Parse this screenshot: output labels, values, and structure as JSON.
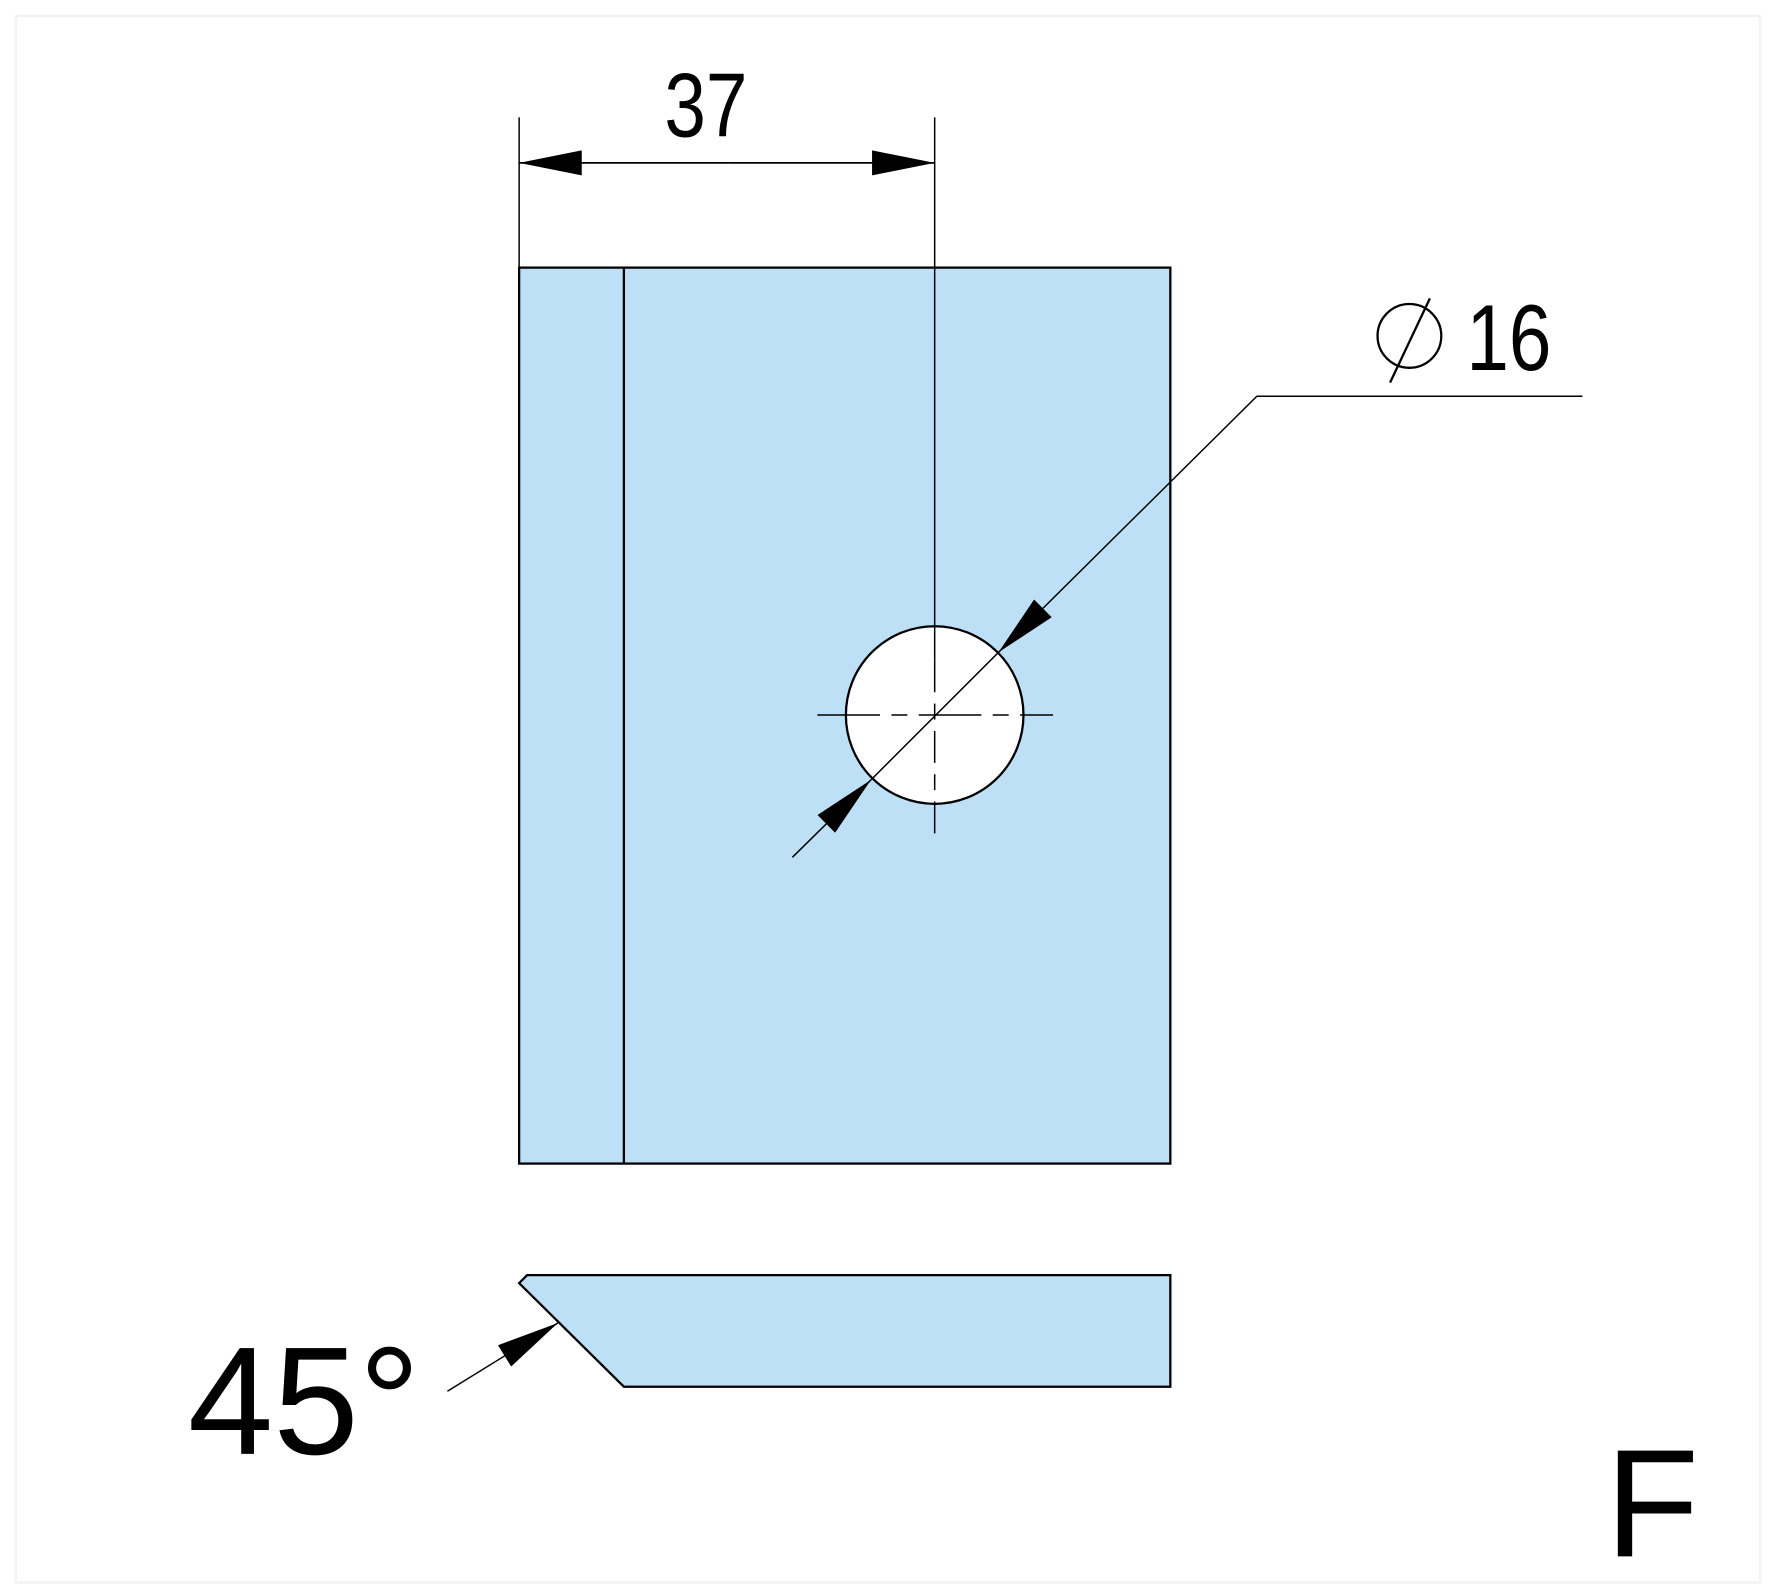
{
  "dimensions": {
    "width_label": "37",
    "hole_diameter_label": "16",
    "diameter_symbol": "diameter-symbol",
    "chamfer_angle_label": "45°"
  },
  "view_label": "F",
  "colors": {
    "part_fill": "#bde0f6",
    "line": "#000000",
    "background": "#ffffff"
  }
}
